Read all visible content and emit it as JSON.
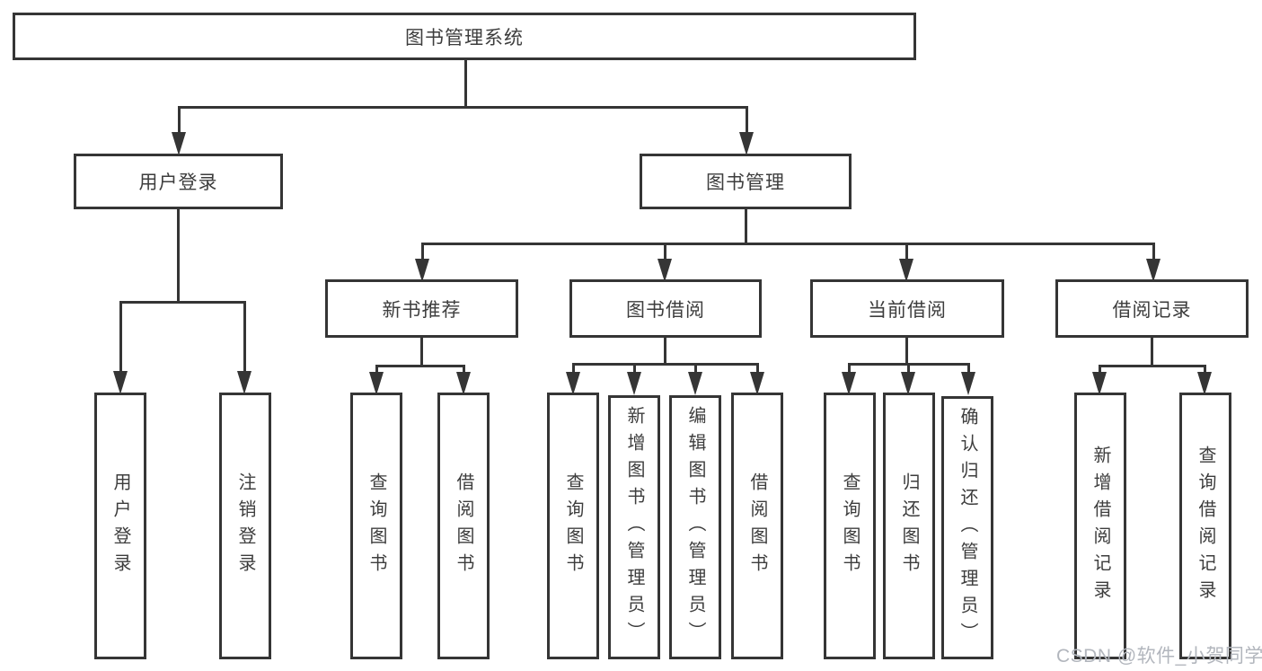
{
  "watermark": "CSDN @软件_小贺同学",
  "colors": {
    "line": "#353535",
    "text": "#3d3d3d",
    "background": "#ffffff",
    "watermark": "#b2b6bd"
  },
  "tree": {
    "label": "图书管理系统",
    "children": [
      {
        "label": "用户登录",
        "children": [
          {
            "label": "用户登录"
          },
          {
            "label": "注销登录"
          }
        ]
      },
      {
        "label": "图书管理",
        "children": [
          {
            "label": "新书推荐",
            "children": [
              {
                "label": "查询图书"
              },
              {
                "label": "借阅图书"
              }
            ]
          },
          {
            "label": "图书借阅",
            "children": [
              {
                "label": "查询图书"
              },
              {
                "label": "新增图书（管理员）"
              },
              {
                "label": "编辑图书（管理员）"
              },
              {
                "label": "借阅图书"
              }
            ]
          },
          {
            "label": "当前借阅",
            "children": [
              {
                "label": "查询图书"
              },
              {
                "label": "归还图书"
              },
              {
                "label": "确认归还（管理员）"
              }
            ]
          },
          {
            "label": "借阅记录",
            "children": [
              {
                "label": "新增借阅记录"
              },
              {
                "label": "查询借阅记录"
              }
            ]
          }
        ]
      }
    ]
  }
}
